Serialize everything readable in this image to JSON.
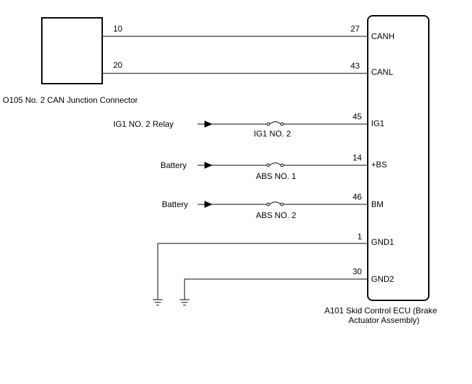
{
  "connector": {
    "label": "O105  No. 2 CAN Junction Connector",
    "pins": {
      "canh": "10",
      "canl": "20"
    }
  },
  "ecu": {
    "label_line1": "A101 Skid Control ECU (Brake",
    "label_line2": "Actuator Assembly)"
  },
  "terminals": [
    {
      "pin": "27",
      "name": "CANH"
    },
    {
      "pin": "43",
      "name": "CANL"
    },
    {
      "pin": "45",
      "name": "IG1"
    },
    {
      "pin": "14",
      "name": "+BS"
    },
    {
      "pin": "46",
      "name": "BM"
    },
    {
      "pin": "1",
      "name": "GND1"
    },
    {
      "pin": "30",
      "name": "GND2"
    }
  ],
  "power_inputs": [
    {
      "source": "IG1 NO. 2 Relay",
      "fuse": "IG1 NO. 2"
    },
    {
      "source": "Battery",
      "fuse": "ABS NO. 1"
    },
    {
      "source": "Battery",
      "fuse": "ABS NO. 2"
    }
  ]
}
